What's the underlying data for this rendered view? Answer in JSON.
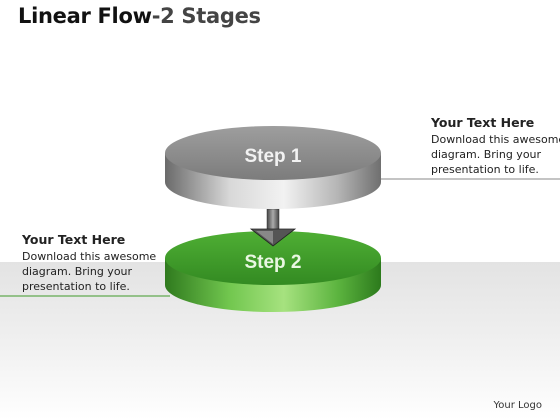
{
  "title": {
    "main": "Linear Flow",
    "sub": "-2 Stages"
  },
  "stages": [
    {
      "label": "Step 1",
      "color": "#8c8c8c"
    },
    {
      "label": "Step 2",
      "color": "#3f9a2a"
    }
  ],
  "notes": [
    {
      "heading": "Your Text Here",
      "body": "Download this awesome diagram. Bring your presentation to life.",
      "accent": "#8a8a8a"
    },
    {
      "heading": "Your Text Here",
      "body": "Download this awesome diagram. Bring your presentation to life.",
      "accent": "#3f9a2a"
    }
  ],
  "logo": "Your Logo"
}
